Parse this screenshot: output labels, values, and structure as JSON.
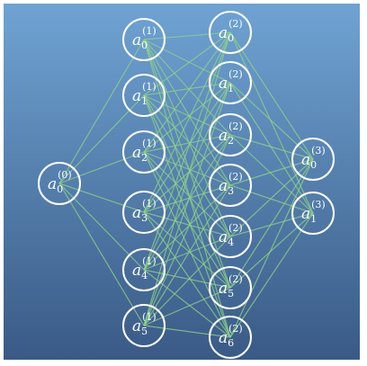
{
  "diagram": {
    "colors": {
      "bg_top": "#6fa3d3",
      "bg_bottom": "#3a5a86",
      "edge": "#8fd38a",
      "node_stroke": "#ffffff"
    },
    "layers": [
      {
        "index": "0",
        "nodes": [
          "0"
        ]
      },
      {
        "index": "1",
        "nodes": [
          "0",
          "1",
          "2",
          "3",
          "4",
          "5"
        ]
      },
      {
        "index": "2",
        "nodes": [
          "0",
          "1",
          "2",
          "3",
          "4",
          "5",
          "6"
        ]
      },
      {
        "index": "3",
        "nodes": [
          "0",
          "1"
        ]
      }
    ],
    "symbol": "a"
  }
}
